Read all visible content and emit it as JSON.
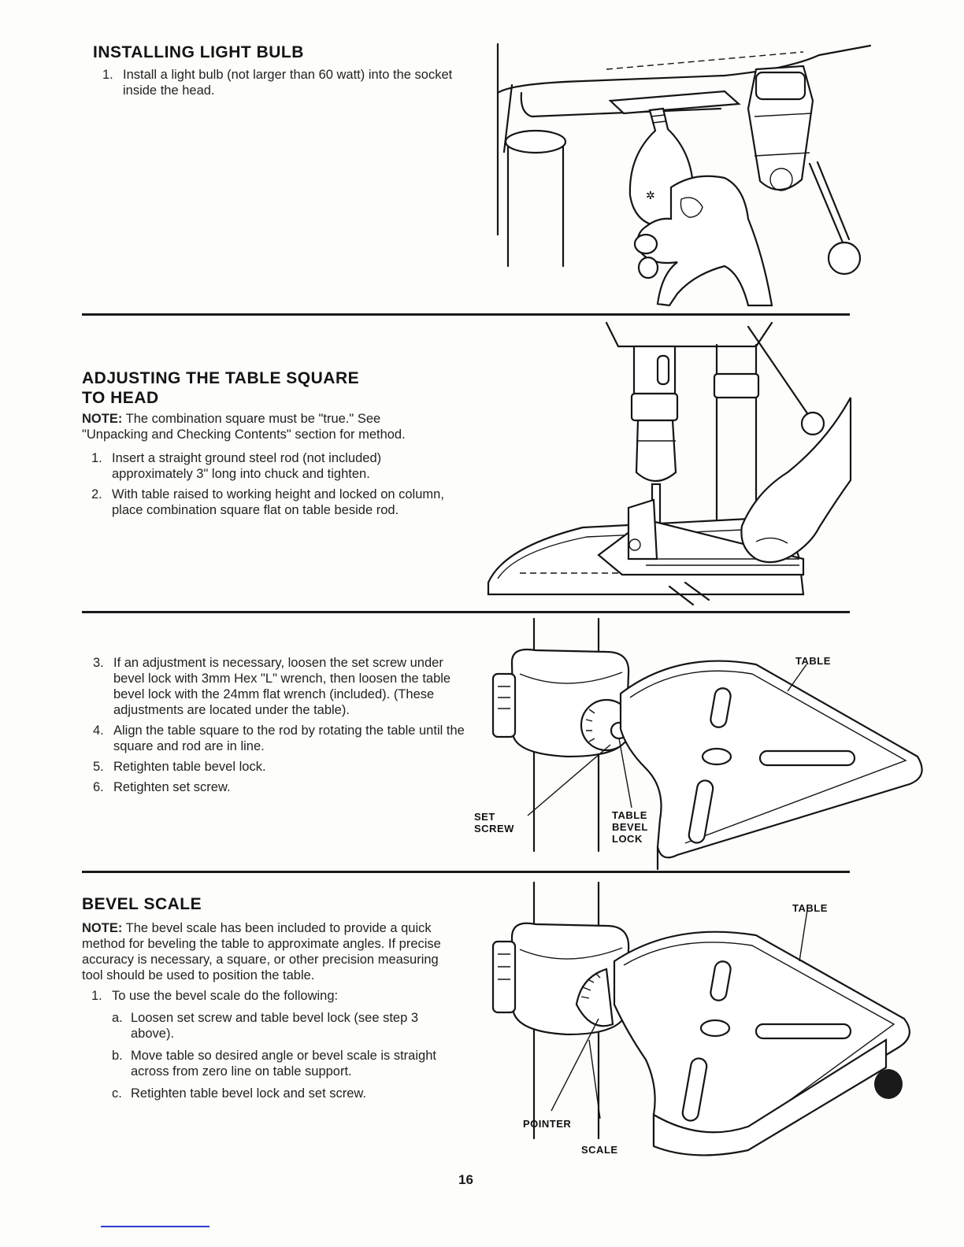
{
  "section1": {
    "title": "INSTALLING LIGHT BULB",
    "step1_num": "1.",
    "step1_text": "Install a light bulb (not larger than 60 watt) into the socket inside the head."
  },
  "section2": {
    "title_line1": "ADJUSTING THE TABLE SQUARE",
    "title_line2": "TO HEAD",
    "note_label": "NOTE:",
    "note_text": "The combination square must be \"true.\" See \"Unpacking and Checking Contents\" section for method.",
    "steps": [
      {
        "num": "1.",
        "text": "Insert a straight ground steel rod (not included) approximately 3\" long into chuck and tighten."
      },
      {
        "num": "2.",
        "text": "With table raised to working height and locked on column, place combination square flat on table beside rod."
      }
    ]
  },
  "section3": {
    "steps": [
      {
        "num": "3.",
        "text": "If an adjustment is necessary, loosen the set screw under bevel lock with 3mm Hex \"L\" wrench, then loosen the table bevel lock with the 24mm flat wrench (included). (These adjustments are located under the table)."
      },
      {
        "num": "4.",
        "text": "Align the table square to the rod by rotating the table until the square and rod are in line."
      },
      {
        "num": "5.",
        "text": "Retighten table bevel lock."
      },
      {
        "num": "6.",
        "text": "Retighten set screw."
      }
    ],
    "labels": {
      "table": "TABLE",
      "set_screw_1": "SET",
      "set_screw_2": "SCREW",
      "bevel_lock_1": "TABLE",
      "bevel_lock_2": "BEVEL",
      "bevel_lock_3": "LOCK"
    }
  },
  "section4": {
    "title": "BEVEL SCALE",
    "note_label": "NOTE:",
    "note_text": "The bevel scale has been included to provide a quick method for beveling the table to approximate angles. If precise accuracy is necessary, a square, or other precision measuring tool should be used to position the table.",
    "step1": {
      "num": "1.",
      "text": "To use the bevel scale do the following:"
    },
    "substeps": [
      {
        "num": "a.",
        "text": "Loosen set screw and table bevel lock (see step 3 above)."
      },
      {
        "num": "b.",
        "text": "Move table so desired angle or bevel scale is straight across from zero line on table support."
      },
      {
        "num": "c.",
        "text": "Retighten table bevel lock and set screw."
      }
    ],
    "labels": {
      "table": "TABLE",
      "pointer": "POINTER",
      "scale": "SCALE"
    }
  },
  "page_number": "16"
}
